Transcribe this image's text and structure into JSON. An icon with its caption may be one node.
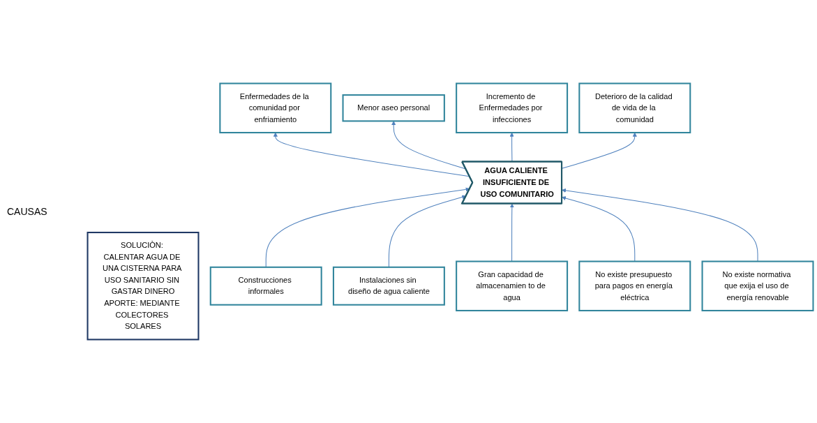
{
  "diagram": {
    "nodes": [
      {
        "text": [
          "Enfermedades de la comunidad por enfriamiento"
        ]
      },
      {
        "text": [
          "Menor aseo personal"
        ]
      },
      {
        "text": [
          "Incremento de Enfermedades por infecciones"
        ]
      },
      {
        "text": [
          "Deterioro de la calidad de vida de la comunidad"
        ]
      },
      {
        "text": [
          "AGUA CALIENTE INSUFICIENTE DE USO COMUNITARIO"
        ]
      },
      {
        "text": [
          "SOLUCIÒN: CALENTAR AGUA DE UNA CISTERNA PARA USO SANITARIO SIN GASTAR DINERO",
          "APORTE: MEDIANTE COLECTORES SOLARES"
        ]
      },
      {
        "text": [
          "Construcciones informales"
        ]
      },
      {
        "text": [
          "Instalaciones sin diseño de agua caliente"
        ]
      },
      {
        "text": [
          "Gran capacidad de almacenamien to de agua"
        ]
      },
      {
        "text": [
          "No existe presupuesto para pagos en energía eléctrica"
        ]
      },
      {
        "text": [
          "No existe normativa que exija el uso de energía renovable"
        ]
      }
    ],
    "edges": [
      {
        "from": 4,
        "to": 0,
        "arrow": "to"
      },
      {
        "from": 4,
        "to": 1,
        "arrow": "to"
      },
      {
        "from": 4,
        "to": 2,
        "arrow": "to"
      },
      {
        "from": 4,
        "to": 3,
        "arrow": "to"
      },
      {
        "from": 6,
        "to": 4,
        "arrow": "to"
      },
      {
        "from": 7,
        "to": 4,
        "arrow": "to"
      },
      {
        "from": 8,
        "to": 4,
        "arrow": "to"
      },
      {
        "from": 9,
        "to": 4,
        "arrow": "to"
      },
      {
        "from": 10,
        "to": 4,
        "arrow": "to"
      }
    ],
    "labels": [
      "CAUSAS"
    ]
  }
}
